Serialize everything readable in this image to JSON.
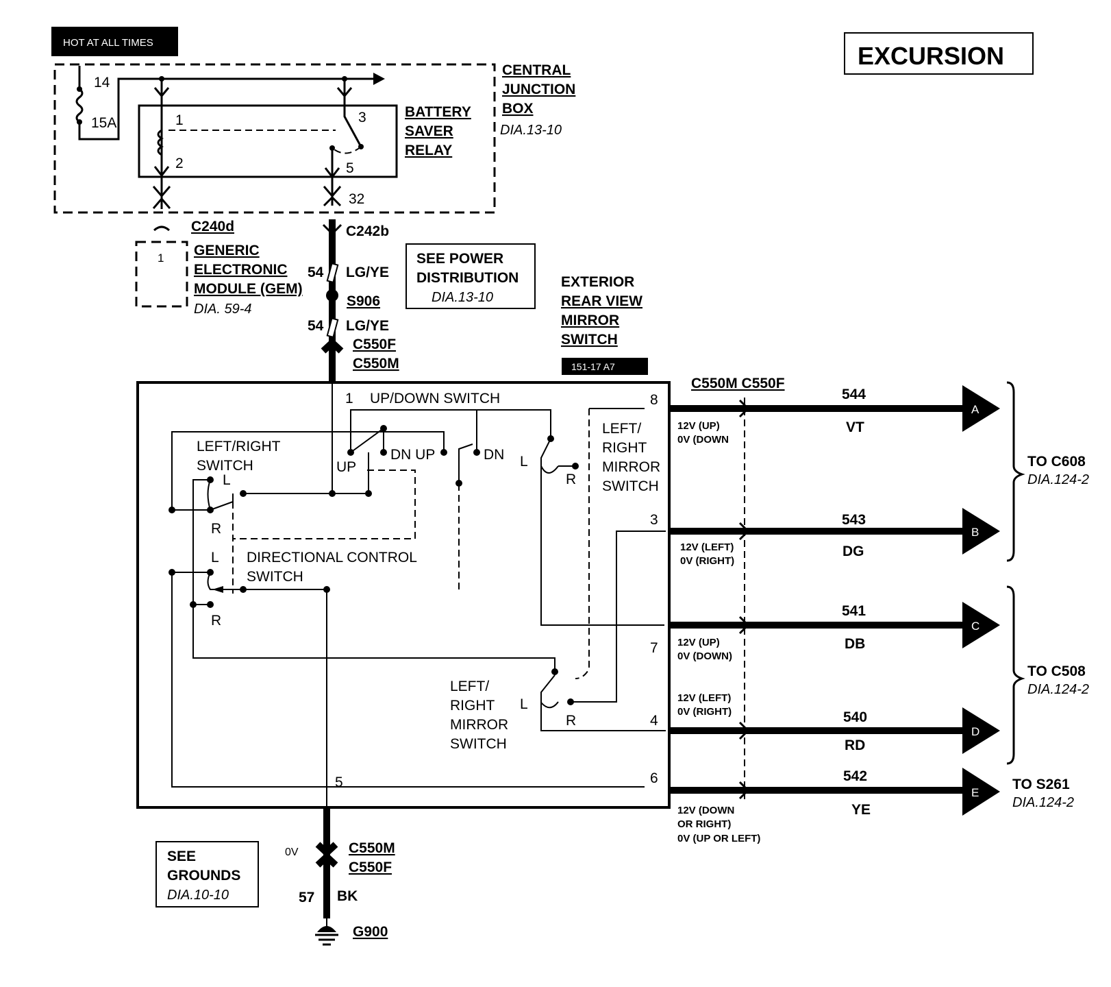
{
  "title_box": "EXCURSION",
  "hot_label": "HOT AT ALL TIMES",
  "central_junction_box": {
    "lines": [
      "CENTRAL",
      "JUNCTION",
      "BOX"
    ],
    "ref": "DIA.13-10",
    "fuse_pin_top": "14",
    "fuse_rating": "15A",
    "pin_out": "32"
  },
  "relay": {
    "lines": [
      "BATTERY",
      "SAVER",
      "RELAY"
    ],
    "pins": [
      "1",
      "2",
      "3",
      "5"
    ]
  },
  "connectors": {
    "c240d": "C240d",
    "c242b": "C242b",
    "s906": "S906",
    "c550f_top": "C550F",
    "c550m_top": "C550M",
    "c550m_bottom": "C550M",
    "c550f_bottom": "C550F",
    "right_header": "C550M C550F",
    "g900": "G900"
  },
  "gem": {
    "pin": "1",
    "lines": [
      "GENERIC",
      "ELECTRONIC",
      "MODULE (GEM)"
    ],
    "ref": "DIA. 59-4"
  },
  "feed_wire": {
    "circuit_a": "54",
    "color_a": "LG/YE",
    "circuit_b": "54",
    "color_b": "LG/YE"
  },
  "see_power": {
    "lines": [
      "SEE POWER",
      "DISTRIBUTION"
    ],
    "ref": "DIA.13-10"
  },
  "mirror_switch": {
    "lines": [
      "EXTERIOR",
      "REAR VIEW",
      "MIRROR",
      "SWITCH"
    ],
    "locator": "151-17 A7"
  },
  "switch_labels": {
    "pin1": "1",
    "updown": "UP/DOWN SWITCH",
    "leftright": [
      "LEFT/RIGHT",
      "SWITCH"
    ],
    "up": "UP",
    "dn_up": "DN UP",
    "dn": "DN",
    "directional": [
      "DIRECTIONAL CONTROL",
      "SWITCH"
    ],
    "lr_mirror_top": [
      "LEFT/",
      "RIGHT",
      "MIRROR",
      "SWITCH"
    ],
    "lr_mirror_bottom": [
      "LEFT/",
      "RIGHT",
      "MIRROR",
      "SWITCH"
    ],
    "L": "L",
    "R": "R"
  },
  "pins": {
    "p8": "8",
    "p3": "3",
    "p7": "7",
    "p4": "4",
    "p6": "6",
    "p5": "5"
  },
  "outputs": [
    {
      "circuit": "544",
      "color": "VT",
      "letter": "A",
      "state": [
        "12V (UP)",
        "0V (DOWN"
      ]
    },
    {
      "circuit": "543",
      "color": "DG",
      "letter": "B",
      "state": [
        "12V (LEFT)",
        "0V (RIGHT)"
      ]
    },
    {
      "circuit": "541",
      "color": "DB",
      "letter": "C",
      "state": [
        "12V (UP)",
        "0V (DOWN)"
      ]
    },
    {
      "circuit": "540",
      "color": "RD",
      "letter": "D",
      "state": [
        "12V (LEFT)",
        "0V (RIGHT)"
      ]
    },
    {
      "circuit": "542",
      "color": "YE",
      "letter": "E",
      "state": [
        "12V (DOWN",
        "OR RIGHT)",
        "0V (UP OR LEFT)"
      ]
    }
  ],
  "destinations": [
    {
      "to": "TO C608",
      "ref": "DIA.124-2"
    },
    {
      "to": "TO C508",
      "ref": "DIA.124-2"
    },
    {
      "to": "TO S261",
      "ref": "DIA.124-2"
    }
  ],
  "ground": {
    "voltage": "0V",
    "circuit": "57",
    "color": "BK",
    "see_lines": [
      "SEE",
      "GROUNDS"
    ],
    "see_ref": "DIA.10-10"
  }
}
